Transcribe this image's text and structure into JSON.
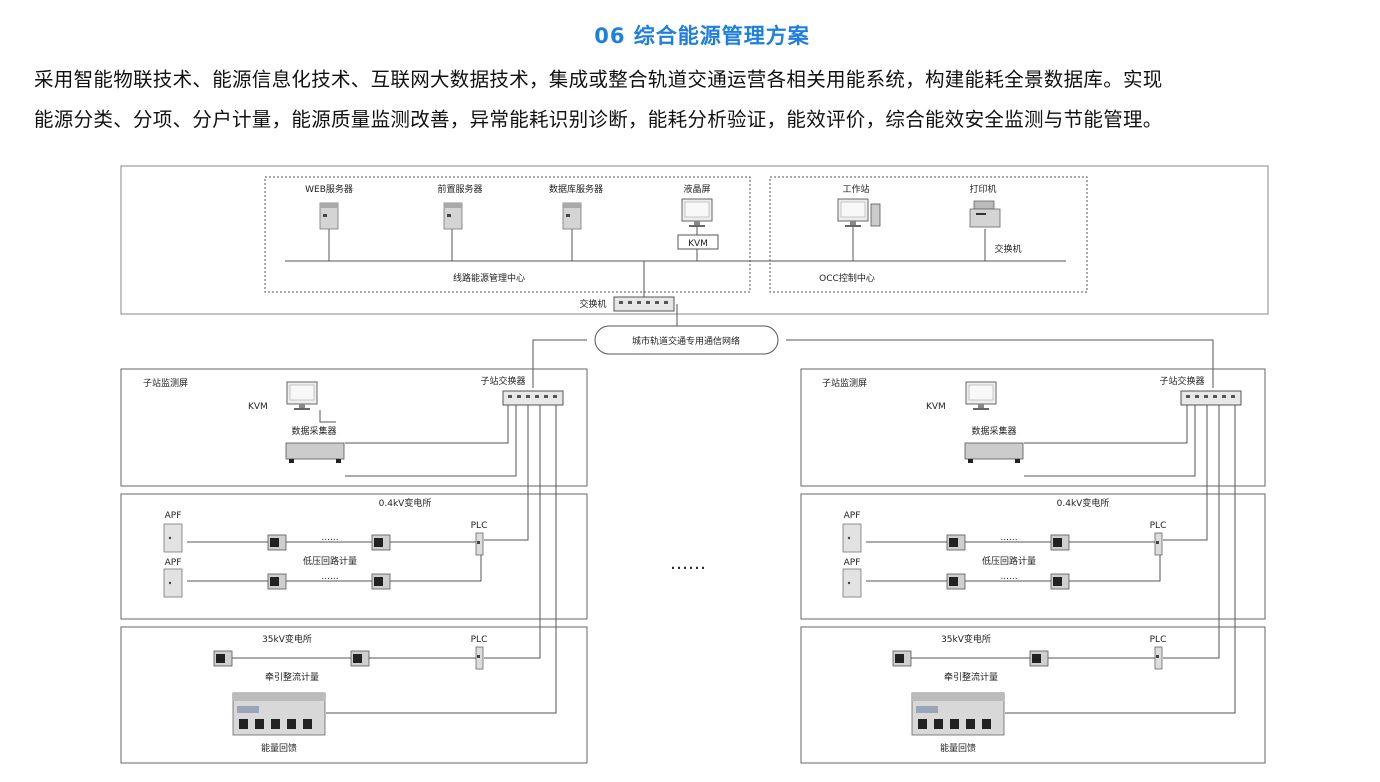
{
  "header": {
    "title": "06 综合能源管理方案",
    "paragraph_line1": "采用智能物联技术、能源信息化技术、互联网大数据技术，集成或整合轨道交通运营各相关用能系统，构建能耗全景数据库。实现",
    "paragraph_line2": "能源分类、分项、分户计量，能源质量监测改善，异常能耗识别诊断，能耗分析验证，能效评价，综合能效安全监测与节能管理。"
  },
  "center": {
    "web_server": "WEB服务器",
    "front_server": "前置服务器",
    "db_server": "数据库服务器",
    "lcd": "液晶屏",
    "kvm": "KVM",
    "workstation": "工作站",
    "printer": "打印机",
    "switch_right": "交换机",
    "line_center": "线路能源管理中心",
    "occ_center": "OCC控制中心",
    "main_switch": "交换机",
    "network": "城市轨道交通专用通信网络"
  },
  "substation": {
    "monitor_screen": "子站监测屏",
    "substation_switch": "子站交换器",
    "kvm": "KVM",
    "data_collector": "数据采集器",
    "lv_station": "0.4kV变电所",
    "apf": "APF",
    "lv_meter": "低压回路计量",
    "plc": "PLC",
    "dots_small": "......",
    "hv_station": "35kV变电所",
    "traction_meter": "牵引整流计量",
    "energy_feedback": "能量回馈"
  },
  "between_ellipsis": "……"
}
